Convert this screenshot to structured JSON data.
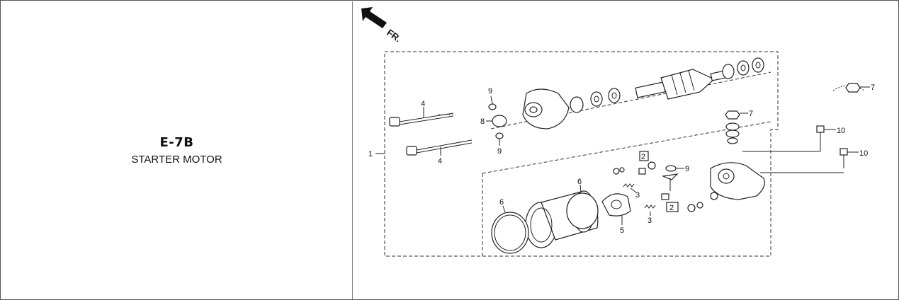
{
  "header": {
    "code": "E-7B",
    "title": "STARTER MOTOR"
  },
  "diagram": {
    "direction_label": "FR.",
    "callouts": [
      "1",
      "2",
      "2",
      "3",
      "3",
      "4",
      "4",
      "5",
      "6",
      "6",
      "7",
      "7",
      "8",
      "9",
      "9",
      "9",
      "10",
      "10"
    ]
  }
}
